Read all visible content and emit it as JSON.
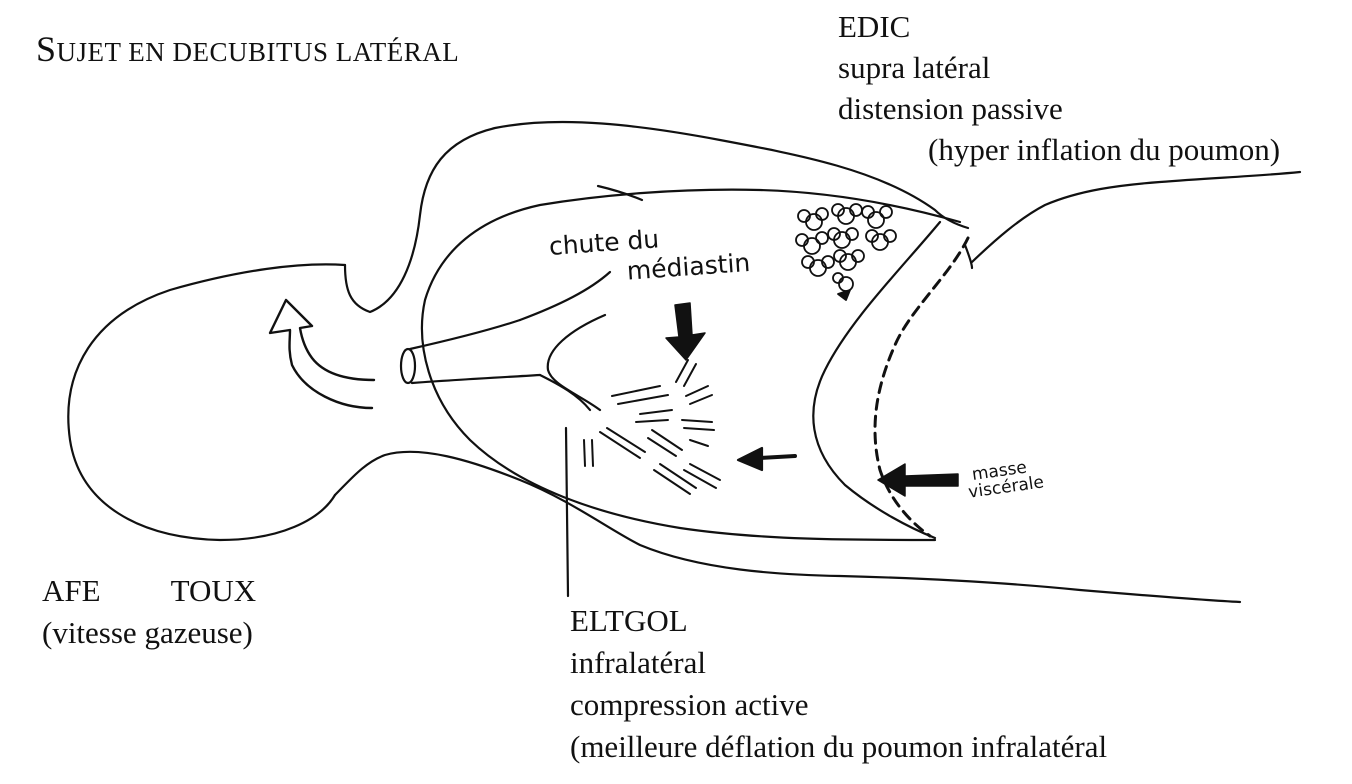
{
  "title": {
    "first_letter": "S",
    "rest": "UJET EN DECUBITUS LATÉRAL"
  },
  "edic": {
    "line1": "EDIC",
    "line2": "supra latéral",
    "line3": "distension passive",
    "line4": "(hyper inflation du poumon)"
  },
  "afe_toux": {
    "afe": "AFE",
    "toux": "TOUX",
    "line2": "(vitesse gazeuse)"
  },
  "eltgol": {
    "line1": "ELTGOL",
    "line2": "infralatéral",
    "line3": "compression active",
    "line4": "(meilleure déflation du poumon infralatéral"
  },
  "handwritten": {
    "chute_line1": "chute du",
    "chute_line2": "médiastin",
    "masse_line1": "masse",
    "masse_line2": "viscérale"
  },
  "colors": {
    "ink": "#111111",
    "background": "#ffffff"
  }
}
